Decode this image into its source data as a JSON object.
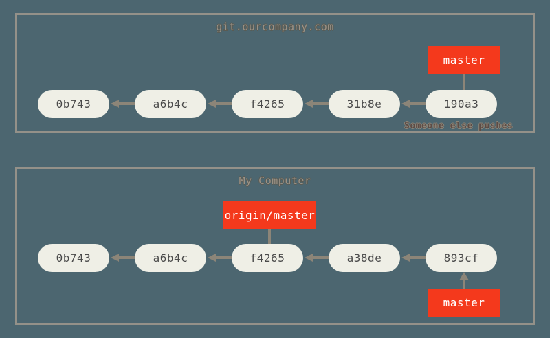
{
  "background_color": "#4c6670",
  "palette": {
    "panel_border": "#949189",
    "commit_fill": "#efefe6",
    "commit_text": "#4a4a4a",
    "branch_label_bg": "#f4391c",
    "branch_label_text": "#ffffff",
    "arrow_color": "#8c8578",
    "title_text": "#9a9287",
    "annotation_text": "#5c4b45"
  },
  "panels": [
    {
      "id": "remote",
      "title": "git.ourcompany.com",
      "commits": [
        {
          "label": "0b743"
        },
        {
          "label": "a6b4c"
        },
        {
          "label": "f4265"
        },
        {
          "label": "31b8e"
        },
        {
          "label": "190a3"
        }
      ],
      "branch_labels": [
        {
          "label": "master",
          "attached_to": "190a3",
          "direction": "down"
        }
      ],
      "annotations": [
        {
          "text": "Someone else pushes"
        }
      ]
    },
    {
      "id": "local",
      "title": "My Computer",
      "commits": [
        {
          "label": "0b743"
        },
        {
          "label": "a6b4c"
        },
        {
          "label": "f4265"
        },
        {
          "label": "a38de"
        },
        {
          "label": "893cf"
        }
      ],
      "branch_labels": [
        {
          "label": "origin/master",
          "attached_to": "f4265",
          "direction": "down"
        },
        {
          "label": "master",
          "attached_to": "893cf",
          "direction": "up"
        }
      ],
      "annotations": []
    }
  ]
}
